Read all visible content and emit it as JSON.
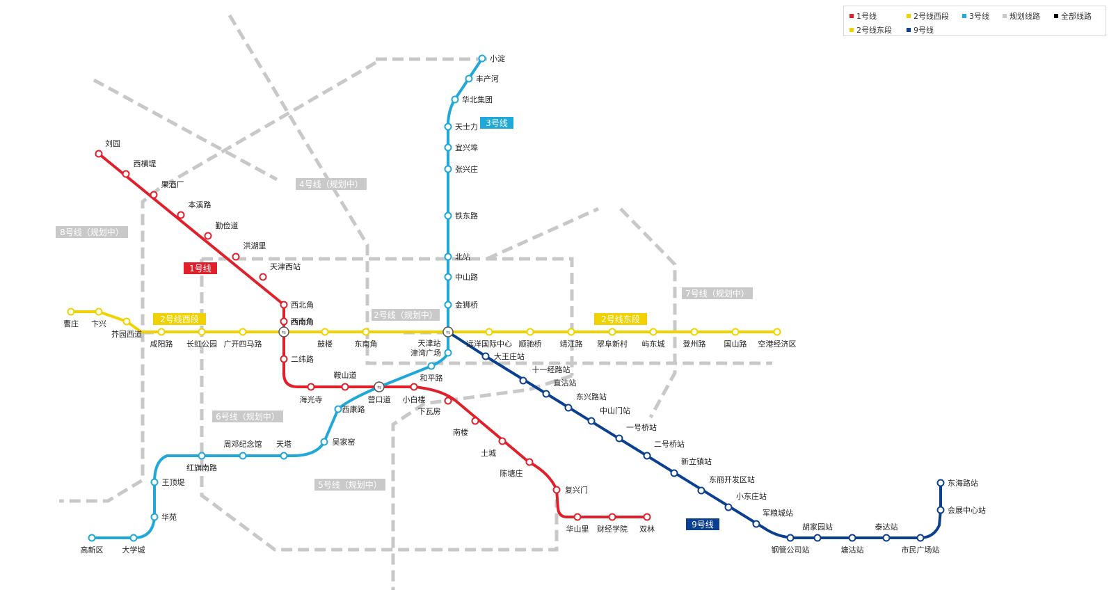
{
  "colors": {
    "line1": "#e0202b",
    "line2": "#f0d200",
    "line3": "#1fa8d8",
    "line9": "#0b3f8f",
    "planned": "#c8c8c8",
    "all": "#000000",
    "station_fill": "#ffffff",
    "planned_label_bg": "#c9c9c9"
  },
  "legend": [
    {
      "label": "1号线",
      "color": "#e0202b"
    },
    {
      "label": "2号线西段",
      "color": "#f0d200"
    },
    {
      "label": "3号线",
      "color": "#1fa8d8"
    },
    {
      "label": "规划线路",
      "color": "#c8c8c8"
    },
    {
      "label": "全部线路",
      "color": "#000000"
    },
    {
      "label": "2号线东段",
      "color": "#f0d200"
    },
    {
      "label": "9号线",
      "color": "#0b3f8f"
    }
  ],
  "line_labels": {
    "line1": "1号线",
    "line2w": "2号线西段",
    "line2e": "2号线东段",
    "line3": "3号线",
    "line9": "9号线"
  },
  "planned_labels": {
    "line2": "2号线（规划中）",
    "line4": "4号线（规划中）",
    "line5": "5号线（规划中）",
    "line6": "6号线（规划中）",
    "line7": "7号线（规划中）",
    "line8": "8号线（规划中）"
  },
  "stations": {
    "line1": [
      "刘园",
      "西横堤",
      "果酒厂",
      "本溪路",
      "勤俭道",
      "洪湖里",
      "天津西站",
      "西北角",
      "西南角",
      "二纬路",
      "海光寺",
      "鞍山道",
      "营口道",
      "小白楼",
      "下瓦房",
      "南楼",
      "土城",
      "陈塘庄",
      "复兴门",
      "华山里",
      "财经学院",
      "双林"
    ],
    "line2": [
      "曹庄",
      "卞兴",
      "芥园西道",
      "咸阳路",
      "长虹公园",
      "广开四马路",
      "西南角",
      "鼓楼",
      "东南角",
      "天津站",
      "远洋国际中心",
      "顺驰桥",
      "靖江路",
      "翠阜新村",
      "屿东城",
      "登州路",
      "国山路",
      "空港经济区"
    ],
    "line3": [
      "小淀",
      "丰产河",
      "华北集团",
      "天士力",
      "宜兴埠",
      "张兴庄",
      "铁东路",
      "北站",
      "中山路",
      "金狮桥",
      "天津站",
      "津湾广场",
      "和平路",
      "营口道",
      "西康路",
      "吴家窑",
      "天塔",
      "周邓纪念馆",
      "红旗南路",
      "王顶堤",
      "华苑",
      "大学城",
      "高新区"
    ],
    "line9": [
      "天津站",
      "大王庄站",
      "十一经路站",
      "直沽站",
      "东兴路站",
      "中山门站",
      "一号桥站",
      "二号桥站",
      "新立镇站",
      "东丽开发区站",
      "小东庄站",
      "军粮城站",
      "钢管公司站",
      "胡家园站",
      "塘沽站",
      "泰达站",
      "市民广场站",
      "会展中心站",
      "东海路站"
    ]
  }
}
